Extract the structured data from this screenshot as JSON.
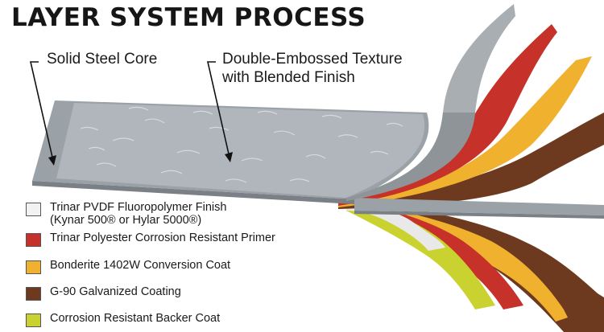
{
  "title": "LAYER SYSTEM PROCESS",
  "callouts": {
    "core": "Solid Steel Core",
    "texture_line1": "Double-Embossed Texture",
    "texture_line2": "with Blended Finish"
  },
  "legend": [
    {
      "line1": "Trinar PVDF Fluoropolymer Finish",
      "line2": "(Kynar 500® or Hylar 5000®)",
      "color": "#f2f2f2"
    },
    {
      "line1": "Trinar Polyester Corrosion Resistant Primer",
      "color": "#c6312a"
    },
    {
      "line1": "Bonderite 1402W Conversion Coat",
      "color": "#f0b22e"
    },
    {
      "line1": "G-90 Galvanized Coating",
      "color": "#6d3a1f"
    },
    {
      "line1": "Corrosion Resistant Backer Coat",
      "color": "#c9d22f"
    }
  ],
  "colors": {
    "steel_top": "#9aa1a7",
    "steel_texture": "#b8bec3",
    "steel_edge": "#7a8085",
    "finish_curl": "#a9aeb2",
    "brown_dark": "#6a3619",
    "orange_dark": "#d98e1f"
  }
}
